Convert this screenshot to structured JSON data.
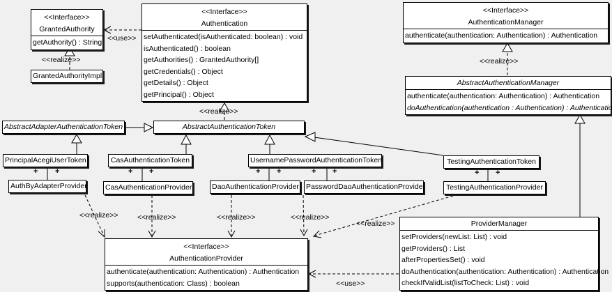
{
  "diagram": {
    "background_color": "#f0f0f0",
    "box_fill_color": "#ffffff",
    "line_color": "#000000"
  },
  "labels": {
    "interface_stereotype": "<<Interface>>",
    "realize": "<<realize>>",
    "use": "<<use>>",
    "plus": "+"
  },
  "boxes": {
    "granted_authority": {
      "stereotype": "<<Interface>>",
      "name": "GrantedAuthority",
      "methods": [
        "getAuthority() : String"
      ]
    },
    "granted_authority_impl": {
      "name": "GrantedAuthorityImpl"
    },
    "authentication": {
      "stereotype": "<<Interface>>",
      "name": "Authentication",
      "methods": [
        "setAuthenticated(isAuthenticated: boolean) : void",
        "isAuthenticated() : boolean",
        "getAuthorities() : GrantedAuthority[]",
        "getCredentials() : Object",
        "getDetails() : Object",
        "getPrincipal() : Object"
      ]
    },
    "authentication_manager": {
      "stereotype": "<<Interface>>",
      "name": "AuthenticationManager",
      "methods": [
        "authenticate(authentication: Authentication) : Authentication"
      ]
    },
    "abstract_authentication_manager": {
      "name": "AbstractAuthenticationManager",
      "methods": [
        "authenticate(authentication: Authentication) : Authentication",
        "doAuthentication(authentication : Authentication) : Authentication"
      ]
    },
    "abstract_adapter_authentication_token": {
      "name": "AbstractAdapterAuthenticationToken"
    },
    "abstract_authentication_token": {
      "name": "AbstractAuthenticationToken"
    },
    "principal_acegi_user_token": {
      "name": "PrincipalAcegiUserToken"
    },
    "cas_authentication_token": {
      "name": "CasAuthenticationToken"
    },
    "username_password_authentication_token": {
      "name": "UsernamePasswordAuthenticationToken"
    },
    "testing_authentication_token": {
      "name": "TestingAuthenticationToken"
    },
    "auth_by_adapter_provider": {
      "name": "AuthByAdapterProvider"
    },
    "cas_authentication_provider": {
      "name": "CasAuthenticationProvider"
    },
    "dao_authentication_provider": {
      "name": "DaoAuthenticationProvider"
    },
    "password_dao_authentication_provider": {
      "name": "PasswordDaoAuthenticationProvider"
    },
    "testing_authentication_provider": {
      "name": "TestingAuthenticationProvider"
    },
    "authentication_provider": {
      "stereotype": "<<Interface>>",
      "name": "AuthenticationProvider",
      "methods": [
        "authenticate(authentication: Authentication) : Authentication",
        "supports(authentication: Class) : boolean"
      ]
    },
    "provider_manager": {
      "name": "ProviderManager",
      "methods": [
        "setProviders(newList: List) : void",
        "getProviders() : List",
        "afterPropertiesSet() : void",
        "doAuthentication(authentication: Authentication) : Authentication",
        "checkIfValidList(listToCheck: List) : void"
      ]
    }
  }
}
